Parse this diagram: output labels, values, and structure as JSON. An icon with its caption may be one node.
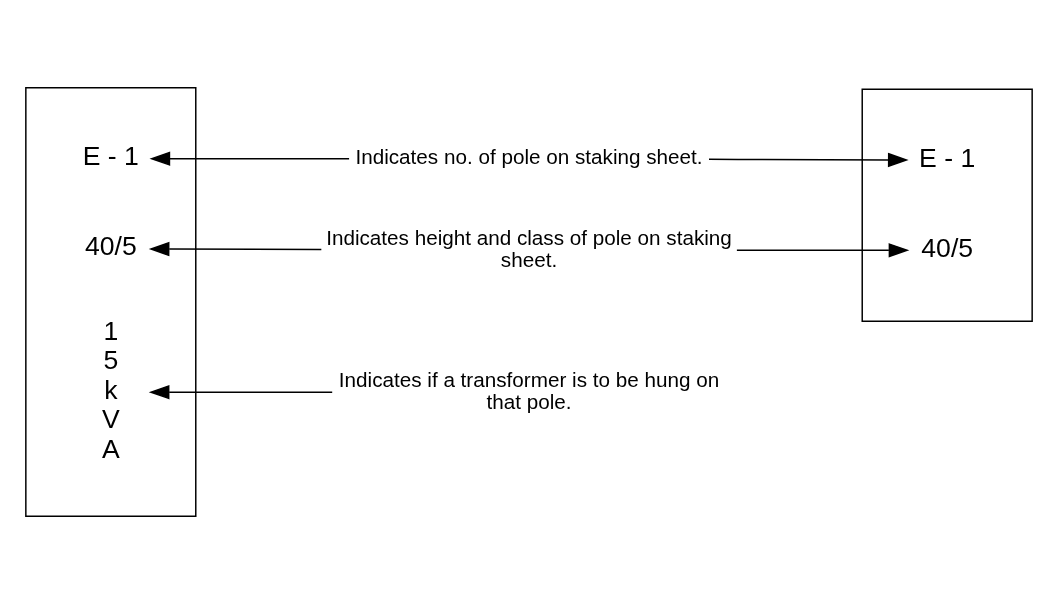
{
  "diagram": {
    "nodes": [
      {
        "text": [],
        "shape": "box"
      },
      {
        "text": [
          "E - 1"
        ],
        "in": 0
      },
      {
        "text": [
          "40/5"
        ],
        "in": 0
      },
      {
        "text": [
          "1 5 k V A"
        ],
        "in": 0
      },
      {
        "text": [],
        "shape": "box"
      },
      {
        "text": [
          "E - 1"
        ],
        "in": 4
      },
      {
        "text": [
          "40/5"
        ],
        "in": 4
      },
      {
        "text": [
          "Indicates no. of pole on staking sheet."
        ]
      },
      {
        "text": [
          "Indicates height and class of pole on staking sheet."
        ]
      },
      {
        "text": [
          "Indicates if a transformer is to be hung on that pole."
        ]
      }
    ],
    "edges": [
      {
        "from": 7,
        "to": 1,
        "arrow": "to"
      },
      {
        "from": 7,
        "to": 5,
        "arrow": "to"
      },
      {
        "from": 8,
        "to": 2,
        "arrow": "to"
      },
      {
        "from": 8,
        "to": 6,
        "arrow": "to"
      },
      {
        "from": 9,
        "to": 3,
        "arrow": "to"
      }
    ]
  }
}
